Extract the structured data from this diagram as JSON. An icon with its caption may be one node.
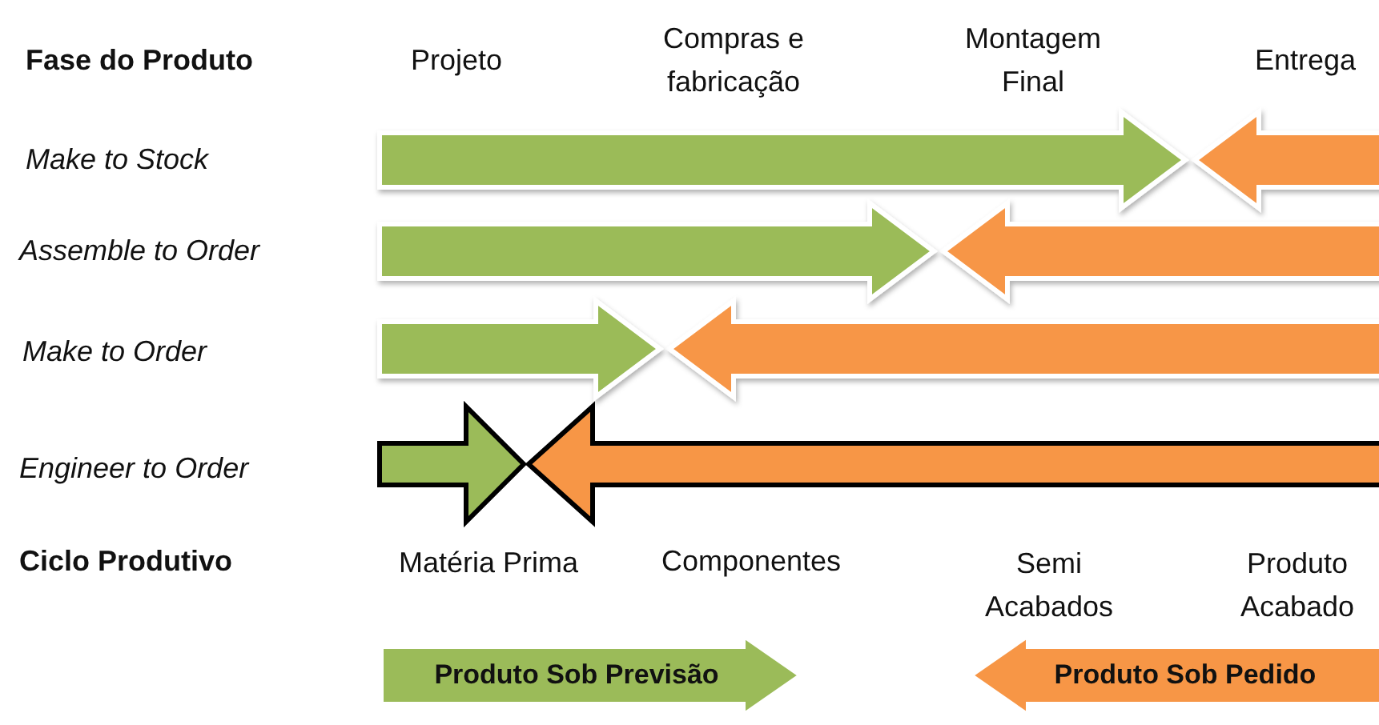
{
  "diagram": {
    "nodes": [
      {
        "text": [
          "Produto Sob Previsão"
        ]
      },
      {
        "text": [
          "Produto Sob Pedido"
        ]
      }
    ],
    "labels": [
      "Fase do Produto",
      "Projeto",
      "Compras e fabricação",
      "Montagem Final",
      "Entrega",
      "Make to Stock",
      "Assemble to Order",
      "Make to Order",
      "Engineer to Order",
      "Ciclo Produtivo",
      "Matéria Prima",
      "Componentes",
      "Semi Acabados",
      "Produto Acabado"
    ]
  }
}
